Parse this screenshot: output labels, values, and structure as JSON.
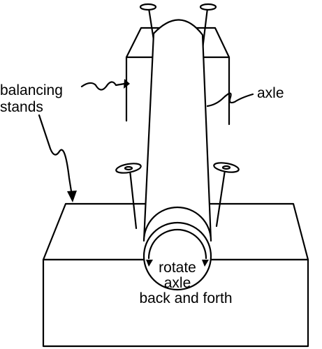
{
  "labels": {
    "balancing_line1": "balancing",
    "balancing_line2": "stands",
    "axle": "axle",
    "rotate_line1": "rotate",
    "rotate_line2": "axle",
    "rotate_line3": "back and forth"
  },
  "colors": {
    "line": "#000000",
    "background": "#ffffff"
  },
  "icons": {
    "pin": "thumbtack-pin-icon",
    "rotation": "curved-double-arrow-icon"
  }
}
